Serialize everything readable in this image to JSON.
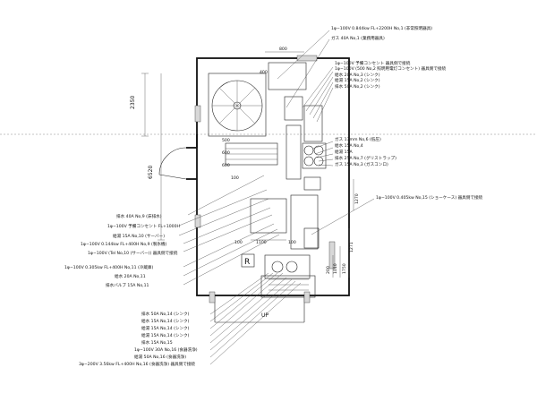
{
  "labels_right": [
    "1φ−100V 0.844kw FL+2200H No,1 (非常照明器具)",
    "ガス 40A No,1 (業務用器具)",
    "1φ−100V 予備コンセント 器具側で接続",
    "1φ−100V (500 No,2 照明用電灯コンセント) 器具側で接続",
    "給水 20A No,3 (シンク)",
    "給湯 15A No,2 (シンク)",
    "排水 50A No,2 (シンク)",
    "ガス 13mm No,6 (低圧)",
    "給水 15A No,4",
    "給湯 15A",
    "排水 25A No,7 (グリストラップ)",
    "ガス 15A No,3 (ガスコンロ)",
    "1φ−100V 0.405kw No,15 (ショーケース) 器具側で接続"
  ],
  "labels_left": [
    "排水 40A No,9 (床排水)",
    "1φ−100V 予備コンセント FL+1000H",
    "給湯 15A No,10 (サーバー)",
    "1φ−100V 0.144kw FL+400H No,9 (製氷機)",
    "1φ−100V (Tel No,10 (サーバー)) 器具側で接続",
    "1φ−100V 0.305kw FL+400H No,11 (冷蔵庫)",
    "給水 20A No,11",
    "排水バルブ 15A No,11"
  ],
  "labels_bottom": [
    "排水 50A No,14 (シンク)",
    "給水 15A No,14 (シンク)",
    "給湯 15A No,14 (シンク)",
    "給湯 15A No,14 (シンク)",
    "排水 15A No,15",
    "1φ−100V 30A No,16 (食器洗浄)",
    "給湯 50A No,16 (食器洗浄)",
    "3φ−200V 3.56kw FL+400H No,16 (食器洗浄) 器具側で接続"
  ],
  "dimensions": {
    "d_800": "800",
    "d_2350": "2350",
    "d_6520": "6520",
    "d_600a": "600",
    "d_600b": "600",
    "d_500": "500",
    "d_400": "400",
    "d_100a": "100",
    "d_1100": "1100",
    "d_100b": "100",
    "d_100c": "100",
    "d_1270": "1270",
    "d_1010": "1010",
    "d_1750": "1750",
    "d_1271": "1271",
    "d_200": "200"
  },
  "marks": {
    "r": "R",
    "up": "UP"
  }
}
